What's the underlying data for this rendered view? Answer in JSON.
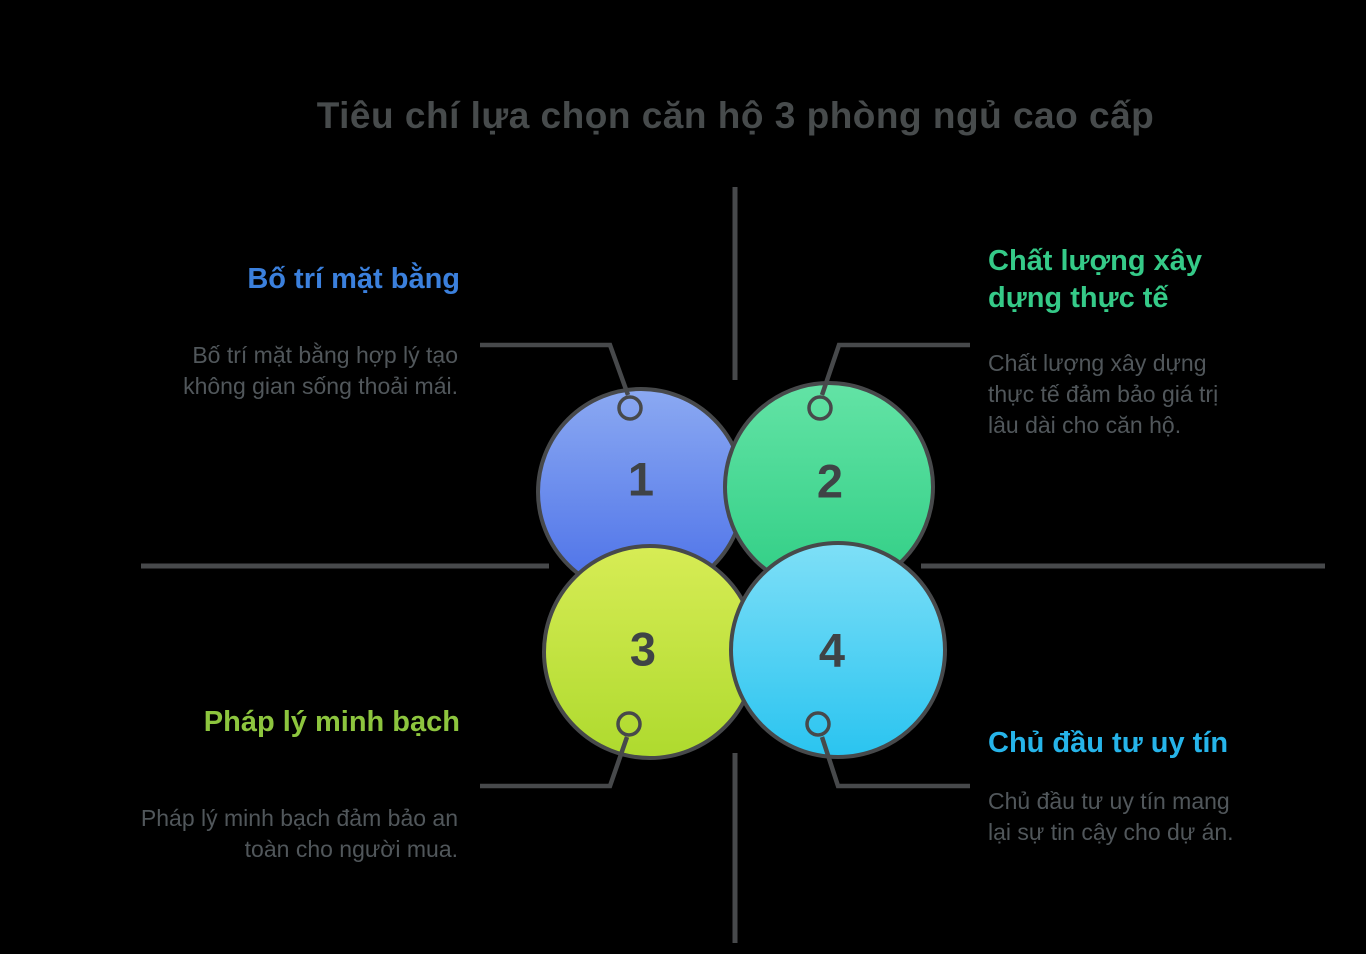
{
  "background_color": "#000000",
  "title": {
    "text": "Tiêu chí lựa chọn căn hộ 3 phòng ngủ cao cấp",
    "color": "#474b4c"
  },
  "diagram": {
    "line_color": "#47494b",
    "number_color": "#3f4346",
    "body_text_color": "#51575b",
    "items": [
      {
        "number": "1",
        "heading": "Bố trí mặt bằng",
        "heading_color": "#3b80dd",
        "description": "Bố trí mặt bằng hợp lý tạo\nkhông gian sống thoải mái.",
        "circle": {
          "gradient_top": "#8ba9f2",
          "gradient_bottom": "#4b70e8"
        }
      },
      {
        "number": "2",
        "heading": "Chất lượng xây\ndựng thực tế",
        "heading_color": "#35ca88",
        "description": "Chất lượng xây dựng\nthực tế đảm bảo giá trị\nlâu dài cho căn hộ.",
        "circle": {
          "gradient_top": "#63e3a5",
          "gradient_bottom": "#30ce85"
        }
      },
      {
        "number": "3",
        "heading": "Pháp lý minh bạch",
        "heading_color": "#8dc53e",
        "description": "Pháp lý minh bạch đảm bảo an\ntoàn cho người mua.",
        "circle": {
          "gradient_top": "#d7ec55",
          "gradient_bottom": "#aeda2e"
        }
      },
      {
        "number": "4",
        "heading": "Chủ đầu tư uy tín",
        "heading_color": "#26b4e9",
        "description": "Chủ đầu tư uy tín mang\nlại sự tin cậy cho dự án.",
        "circle": {
          "gradient_top": "#7edff7",
          "gradient_bottom": "#2ac4f0"
        }
      }
    ]
  }
}
